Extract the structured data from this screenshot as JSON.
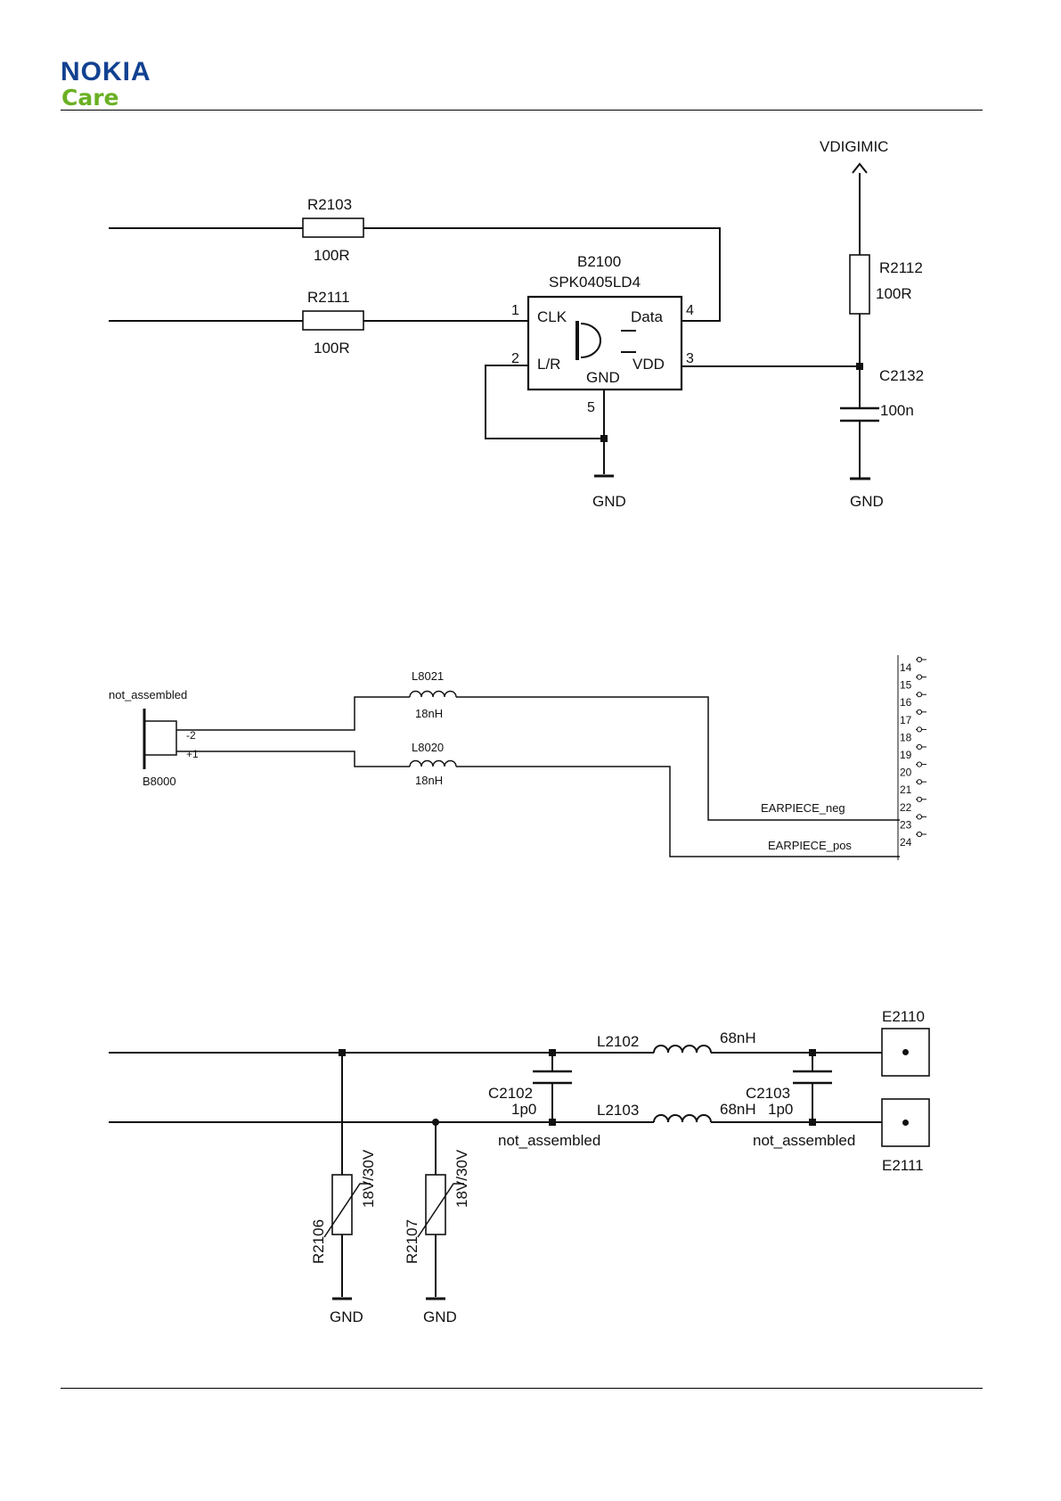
{
  "header": {
    "logo_brand": "NOKIA",
    "logo_sub": "Care",
    "brand_color": "#124191",
    "care_color": "#6ab023"
  },
  "schematic_top": {
    "r2103": {
      "ref": "R2103",
      "value": "100R"
    },
    "r2111": {
      "ref": "R2111",
      "value": "100R"
    },
    "b2100": {
      "ref": "B2100",
      "part": "SPK0405LD4",
      "pins": {
        "clk": "CLK",
        "data": "Data",
        "lr": "L/R",
        "vdd": "VDD",
        "gnd": "GND"
      },
      "pin_numbers": {
        "p1": "1",
        "p2": "2",
        "p3": "3",
        "p4": "4",
        "p5": "5"
      }
    },
    "vdigimic": "VDIGIMIC",
    "r2112": {
      "ref": "R2112",
      "value": "100R"
    },
    "c2132": {
      "ref": "C2132",
      "value": "100n"
    },
    "gnd_left": "GND",
    "gnd_right": "GND"
  },
  "schematic_middle": {
    "b8000": {
      "ref": "B8000",
      "note": "not_assembled",
      "pin_neg": "-2",
      "pin_pos": "+1"
    },
    "l8021": {
      "ref": "L8021",
      "value": "18nH"
    },
    "l8020": {
      "ref": "L8020",
      "value": "18nH"
    },
    "net_neg": "EARPIECE_neg",
    "net_pos": "EARPIECE_pos",
    "connector_pins": [
      "14",
      "15",
      "16",
      "17",
      "18",
      "19",
      "20",
      "21",
      "22",
      "23",
      "24"
    ]
  },
  "schematic_bottom": {
    "l2102": {
      "ref": "L2102",
      "value": "68nH"
    },
    "l2103": {
      "ref": "L2103",
      "value": "68nH"
    },
    "c2102": {
      "ref": "C2102",
      "value": "1p0",
      "note": "not_assembled"
    },
    "c2103": {
      "ref": "C2103",
      "value": "1p0",
      "note": "not_assembled"
    },
    "e2110": "E2110",
    "e2111": "E2111",
    "r2106": {
      "ref": "R2106",
      "value": "18V/30V"
    },
    "r2107": {
      "ref": "R2107",
      "value": "18V/30V"
    },
    "gnd_left": "GND",
    "gnd_right": "GND"
  }
}
